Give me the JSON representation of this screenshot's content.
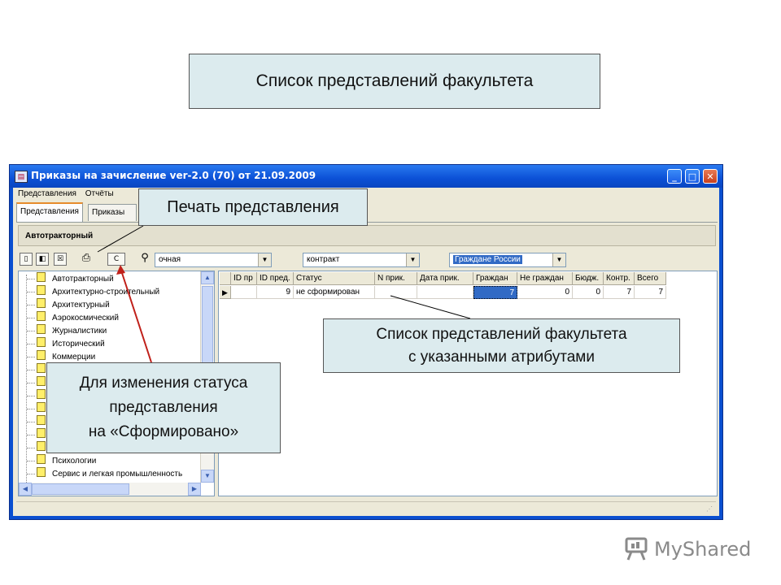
{
  "slide": {
    "title_callout": "Список представлений факультета",
    "print_callout": "Печать представления",
    "list_callout": [
      "Список представлений факультета",
      "с указанными атрибутами"
    ],
    "status_callout": [
      "Для изменения статуса",
      "представления",
      "на «Сформировано»"
    ]
  },
  "window": {
    "title": "Приказы на зачисление ver-2.0 (70) от 21.09.2009",
    "menu": [
      "Представления",
      "Отчёты"
    ],
    "tabs": [
      "Представления",
      "Приказы"
    ],
    "faculty": "Автотракторный",
    "toolbar": {
      "c_button": "С",
      "combo_forma": "очная",
      "combo_osnova": "контракт",
      "combo_grazhdanstvo": "Граждане России"
    },
    "tree": [
      "Автотракторный",
      "Архитектурно-строительный",
      "Архитектурный",
      "Аэрокосмический",
      "Журналистики",
      "Исторический",
      "Коммерции",
      "Психологии",
      "Сервис и легкая промышленность"
    ],
    "grid": {
      "columns": [
        "ID пр",
        "ID пред.",
        "Статус",
        "N прик.",
        "Дата прик.",
        "Граждан",
        "Не граждан",
        "Бюдж.",
        "Контр.",
        "Всего"
      ],
      "rows": [
        [
          "",
          "9",
          "не сформирован",
          "",
          "",
          "7",
          "0",
          "0",
          "7",
          "7"
        ]
      ]
    }
  },
  "watermark": "MyShared",
  "colors": {
    "callout_bg": "#dcebee",
    "titlebar": "#0b50d6",
    "arrow": "#c0201a",
    "selection": "#316ac5"
  }
}
